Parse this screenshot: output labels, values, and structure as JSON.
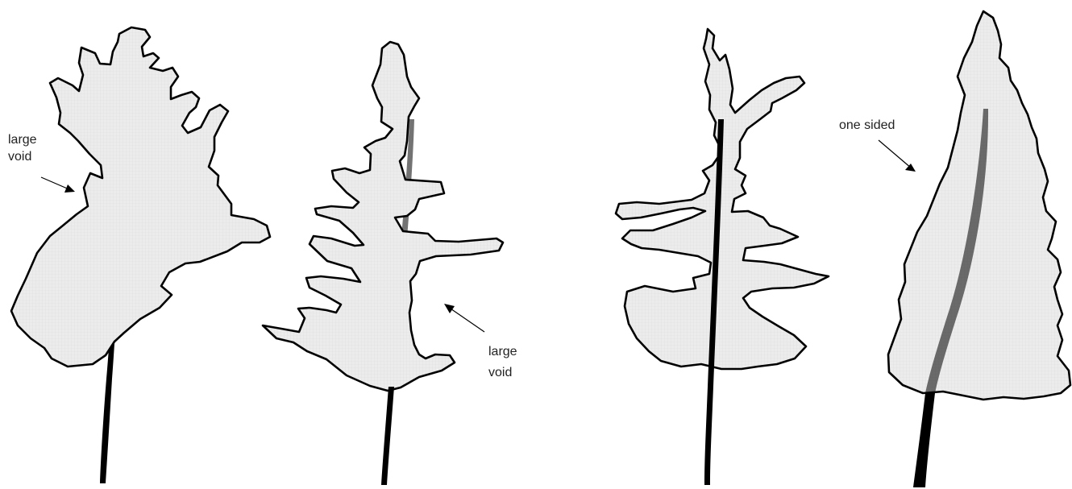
{
  "annotations": {
    "tree1": {
      "line1": "large",
      "line2": "void"
    },
    "tree2": {
      "line1": "large",
      "line2": "void"
    },
    "tree4": {
      "line1": "one sided"
    }
  },
  "colors": {
    "crown_fill": "#ececec",
    "outline": "#000000",
    "stem": "#000000",
    "background": "#ffffff"
  }
}
